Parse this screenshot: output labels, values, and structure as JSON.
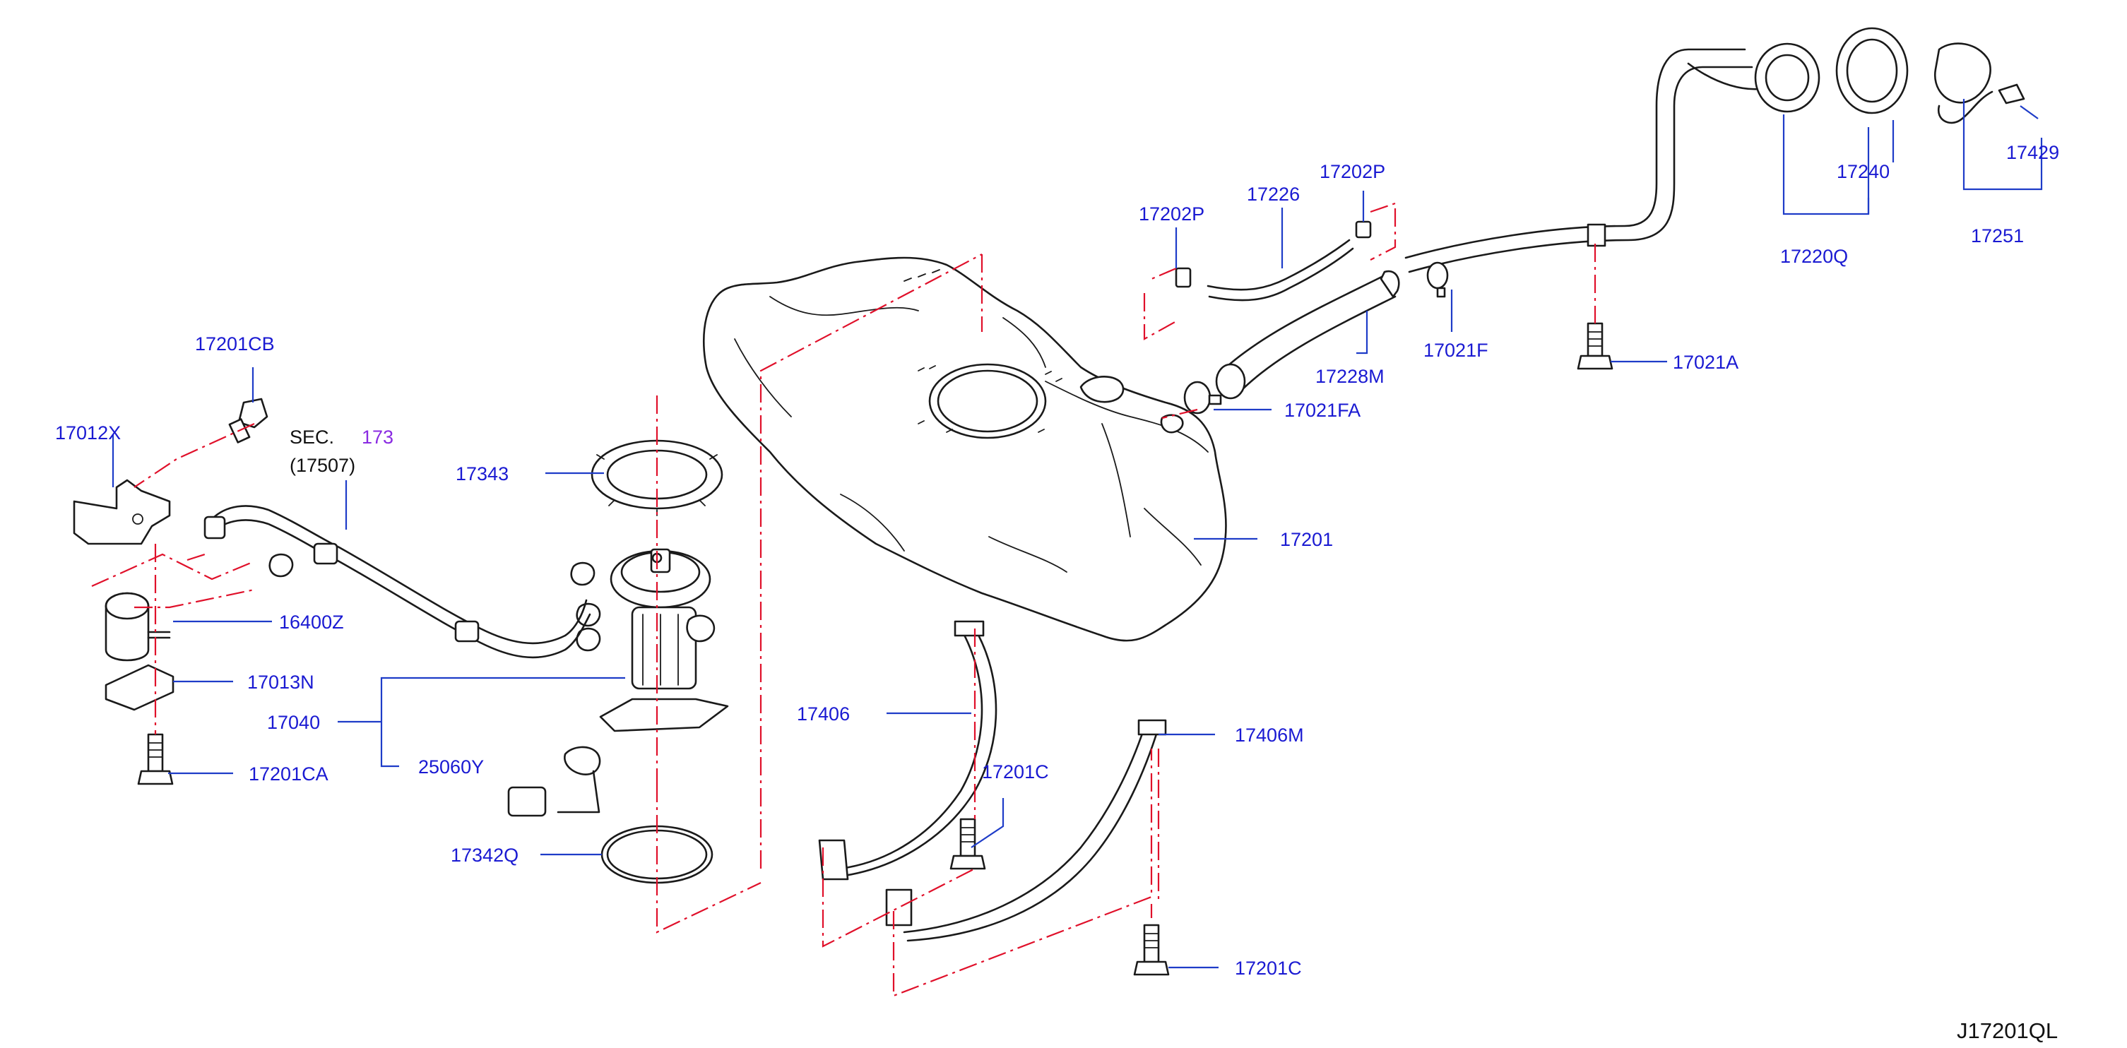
{
  "diagram": {
    "drawing_code": "J17201QL",
    "section_ref": {
      "prefix": "SEC.",
      "number": "173",
      "sub": "(17507)"
    },
    "callouts": [
      {
        "id": "17201CB",
        "label": "17201CB"
      },
      {
        "id": "17012X",
        "label": "17012X"
      },
      {
        "id": "16400Z",
        "label": "16400Z"
      },
      {
        "id": "17013N",
        "label": "17013N"
      },
      {
        "id": "17040",
        "label": "17040"
      },
      {
        "id": "17201CA",
        "label": "17201CA"
      },
      {
        "id": "25060Y",
        "label": "25060Y"
      },
      {
        "id": "17343",
        "label": "17343"
      },
      {
        "id": "17342Q",
        "label": "17342Q"
      },
      {
        "id": "17406",
        "label": "17406"
      },
      {
        "id": "17201C-upper",
        "label": "17201C"
      },
      {
        "id": "17406M",
        "label": "17406M"
      },
      {
        "id": "17201C-lower",
        "label": "17201C"
      },
      {
        "id": "17201",
        "label": "17201"
      },
      {
        "id": "17202P-left",
        "label": "17202P"
      },
      {
        "id": "17226",
        "label": "17226"
      },
      {
        "id": "17202P-right",
        "label": "17202P"
      },
      {
        "id": "17228M",
        "label": "17228M"
      },
      {
        "id": "17021F",
        "label": "17021F"
      },
      {
        "id": "17021FA",
        "label": "17021FA"
      },
      {
        "id": "17021A",
        "label": "17021A"
      },
      {
        "id": "17240",
        "label": "17240"
      },
      {
        "id": "17220Q",
        "label": "17220Q"
      },
      {
        "id": "17429",
        "label": "17429"
      },
      {
        "id": "17251",
        "label": "17251"
      }
    ]
  },
  "colors": {
    "callout_text": "#1a1ad2",
    "leader_line": "#1e3cc8",
    "assembly_dash": "#e0102a",
    "section_number": "#8a2be2",
    "part_outline": "#1a1a1a"
  }
}
